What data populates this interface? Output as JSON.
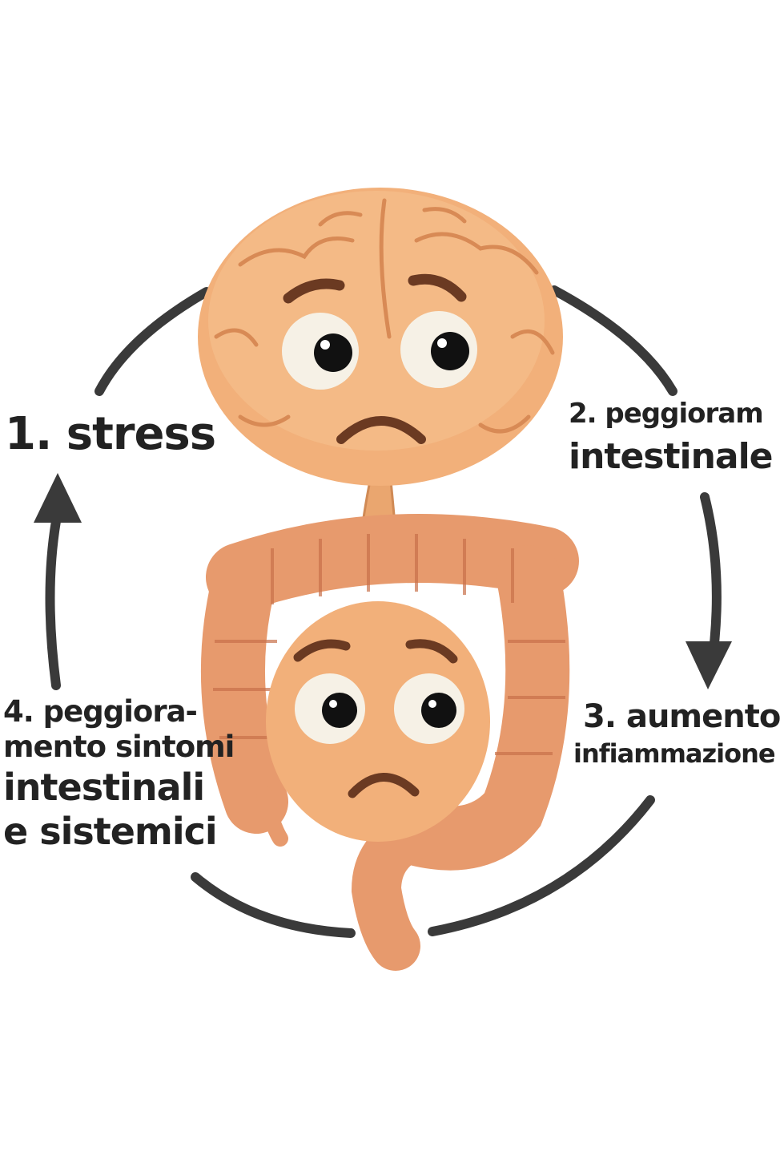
{
  "colors": {
    "ink": "#222222",
    "arrow": "#3a3a3a",
    "brain": "#f2b07a",
    "brain_shade": "#d88a55",
    "gut": "#e79a6d",
    "gut_shade": "#c8704a",
    "eye_white": "#f6f1e6",
    "pupil": "#111111",
    "brow": "#6b3a22"
  },
  "icons": {
    "brain": "worried-brain-icon",
    "gut": "worried-intestine-icon"
  },
  "steps": [
    {
      "id": "stress",
      "lines": [
        "1. stress"
      ]
    },
    {
      "id": "gut-worsening",
      "lines": [
        "2. peggioram",
        "intestinale"
      ]
    },
    {
      "id": "inflammation",
      "lines": [
        "3. aumento",
        "infiammazione"
      ]
    },
    {
      "id": "symptoms",
      "lines": [
        "4. peggiora-",
        "mento sintomi",
        "intestinali",
        "e sistemici"
      ]
    }
  ]
}
